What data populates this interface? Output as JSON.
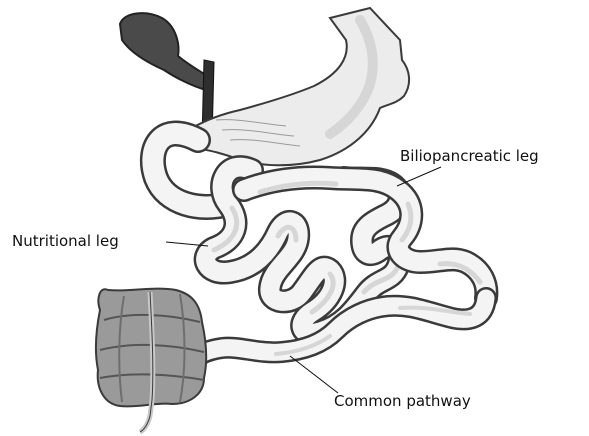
{
  "labels": {
    "biliopancreatic": "Biliopancreatic leg",
    "nutritional": "Nutritional leg",
    "common": "Common pathway"
  },
  "colors": {
    "outline": "#3a3a3a",
    "tissue_light": "#f4f4f4",
    "tissue_shade": "#d6d6d6",
    "gallbladder": "#4a4a4a",
    "duct": "#2e2e2e",
    "colon": "#9a9a9a"
  }
}
